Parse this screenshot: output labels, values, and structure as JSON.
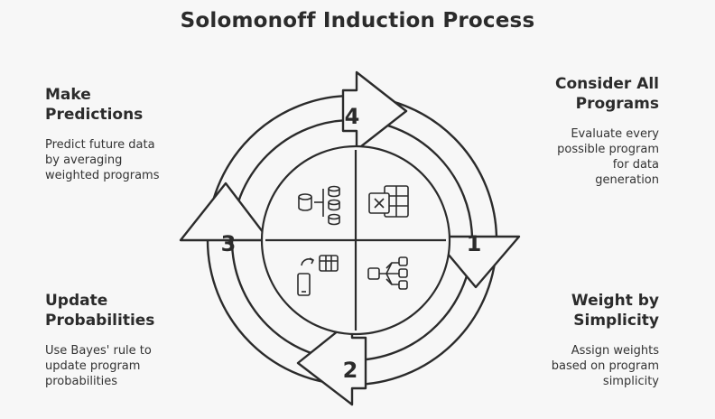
{
  "title": "Solomonoff Induction Process",
  "steps": [
    {
      "number": "1",
      "heading_line1": "Consider All",
      "heading_line2": "Programs",
      "description": [
        "Evaluate every",
        "possible program",
        "for data",
        "generation"
      ]
    },
    {
      "number": "2",
      "heading_line1": "Weight by",
      "heading_line2": "Simplicity",
      "description": [
        "Assign weights",
        "based on program",
        "simplicity"
      ]
    },
    {
      "number": "3",
      "heading_line1": "Update",
      "heading_line2": "Probabilities",
      "description": [
        "Use Bayes' rule to",
        "update program",
        "probabilities"
      ]
    },
    {
      "number": "4",
      "heading_line1": "Make",
      "heading_line2": "Predictions",
      "description": [
        "Predict future data",
        "by averaging",
        "weighted programs"
      ]
    }
  ],
  "icons": {
    "top_left": "database-stack-icon",
    "top_right": "spreadsheet-icon",
    "bottom_left": "mobile-sync-icon",
    "bottom_right": "flow-distribution-icon"
  }
}
